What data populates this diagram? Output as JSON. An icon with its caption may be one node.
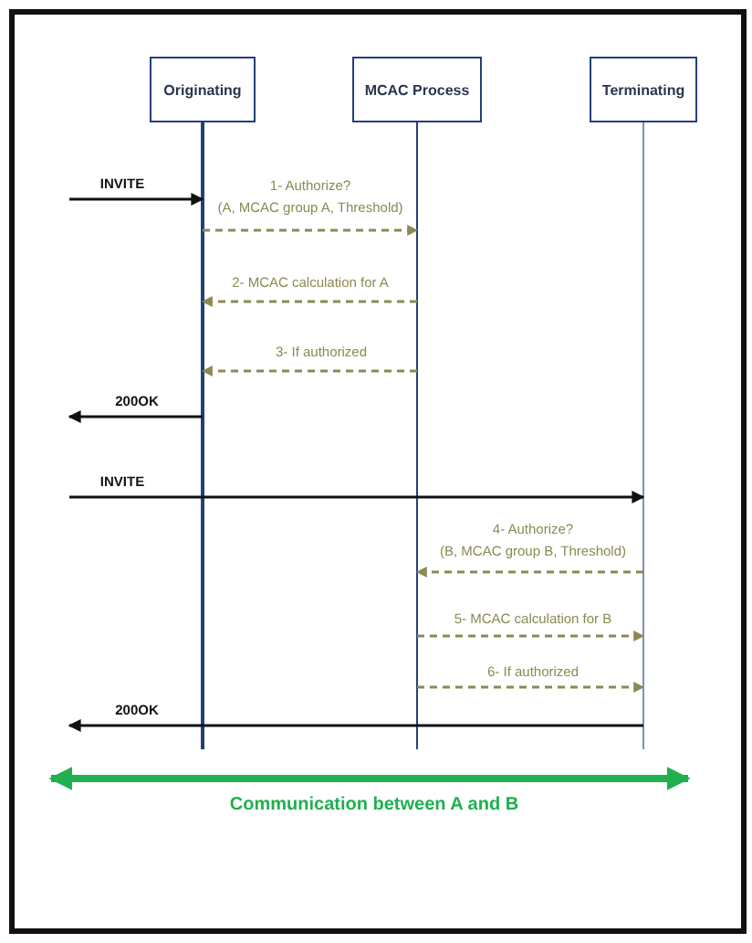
{
  "diagram": {
    "nodes": [
      {
        "text": [
          "Originating"
        ]
      },
      {
        "text": [
          "MCAC Process"
        ]
      },
      {
        "text": [
          "Terminating"
        ]
      }
    ],
    "edges": [
      {
        "from": null,
        "to": 0,
        "arrow": "to",
        "label": "INVITE",
        "color": "#111111"
      },
      {
        "from": 0,
        "to": 1,
        "arrow": "to",
        "label": "1- Authorize? (A, MCAC group A, Threshold)",
        "style": "dashed",
        "color": "#8b8a52"
      },
      {
        "from": 1,
        "to": 0,
        "arrow": "to",
        "label": "2- MCAC calculation for A",
        "style": "dashed",
        "color": "#8b8a52"
      },
      {
        "from": 1,
        "to": 0,
        "arrow": "to",
        "label": "3- If authorized",
        "style": "dashed",
        "color": "#8b8a52"
      },
      {
        "from": 0,
        "to": null,
        "arrow": "to",
        "label": "200OK",
        "color": "#111111"
      },
      {
        "from": null,
        "to": 2,
        "arrow": "to",
        "label": "INVITE",
        "color": "#111111"
      },
      {
        "from": 2,
        "to": 1,
        "arrow": "to",
        "label": "4- Authorize? (B, MCAC group B, Threshold)",
        "style": "dashed",
        "color": "#8b8a52"
      },
      {
        "from": 1,
        "to": 2,
        "arrow": "to",
        "label": "5- MCAC calculation for B",
        "style": "dashed",
        "color": "#8b8a52"
      },
      {
        "from": 1,
        "to": 2,
        "arrow": "to",
        "label": "6- If authorized",
        "style": "dashed",
        "color": "#8b8a52"
      },
      {
        "from": 2,
        "to": null,
        "arrow": "to",
        "label": "200OK",
        "color": "#111111"
      }
    ],
    "labels": [
      "Communication between A and B"
    ]
  }
}
